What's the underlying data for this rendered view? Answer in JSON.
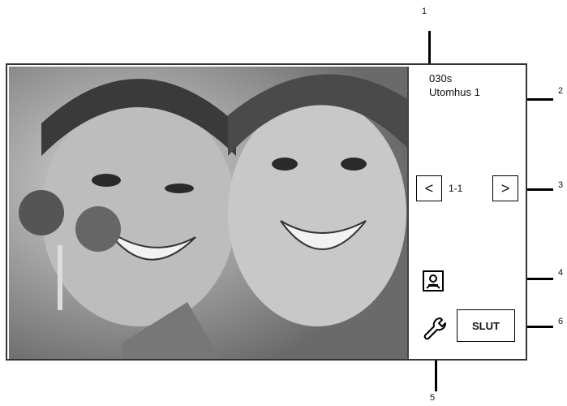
{
  "callouts": [
    "1",
    "2",
    "3",
    "4",
    "5",
    "6"
  ],
  "screen": {
    "timer": "030s",
    "location": "Utomhus 1",
    "page_indicator": "1-1",
    "prev_label": "<",
    "next_label": ">",
    "end_label": "SLUT"
  },
  "icons": {
    "contact": "contact-card-icon",
    "settings": "wrench-icon"
  },
  "colors": {
    "frame": "#333333",
    "photo_bg": "#8c8c8c"
  }
}
